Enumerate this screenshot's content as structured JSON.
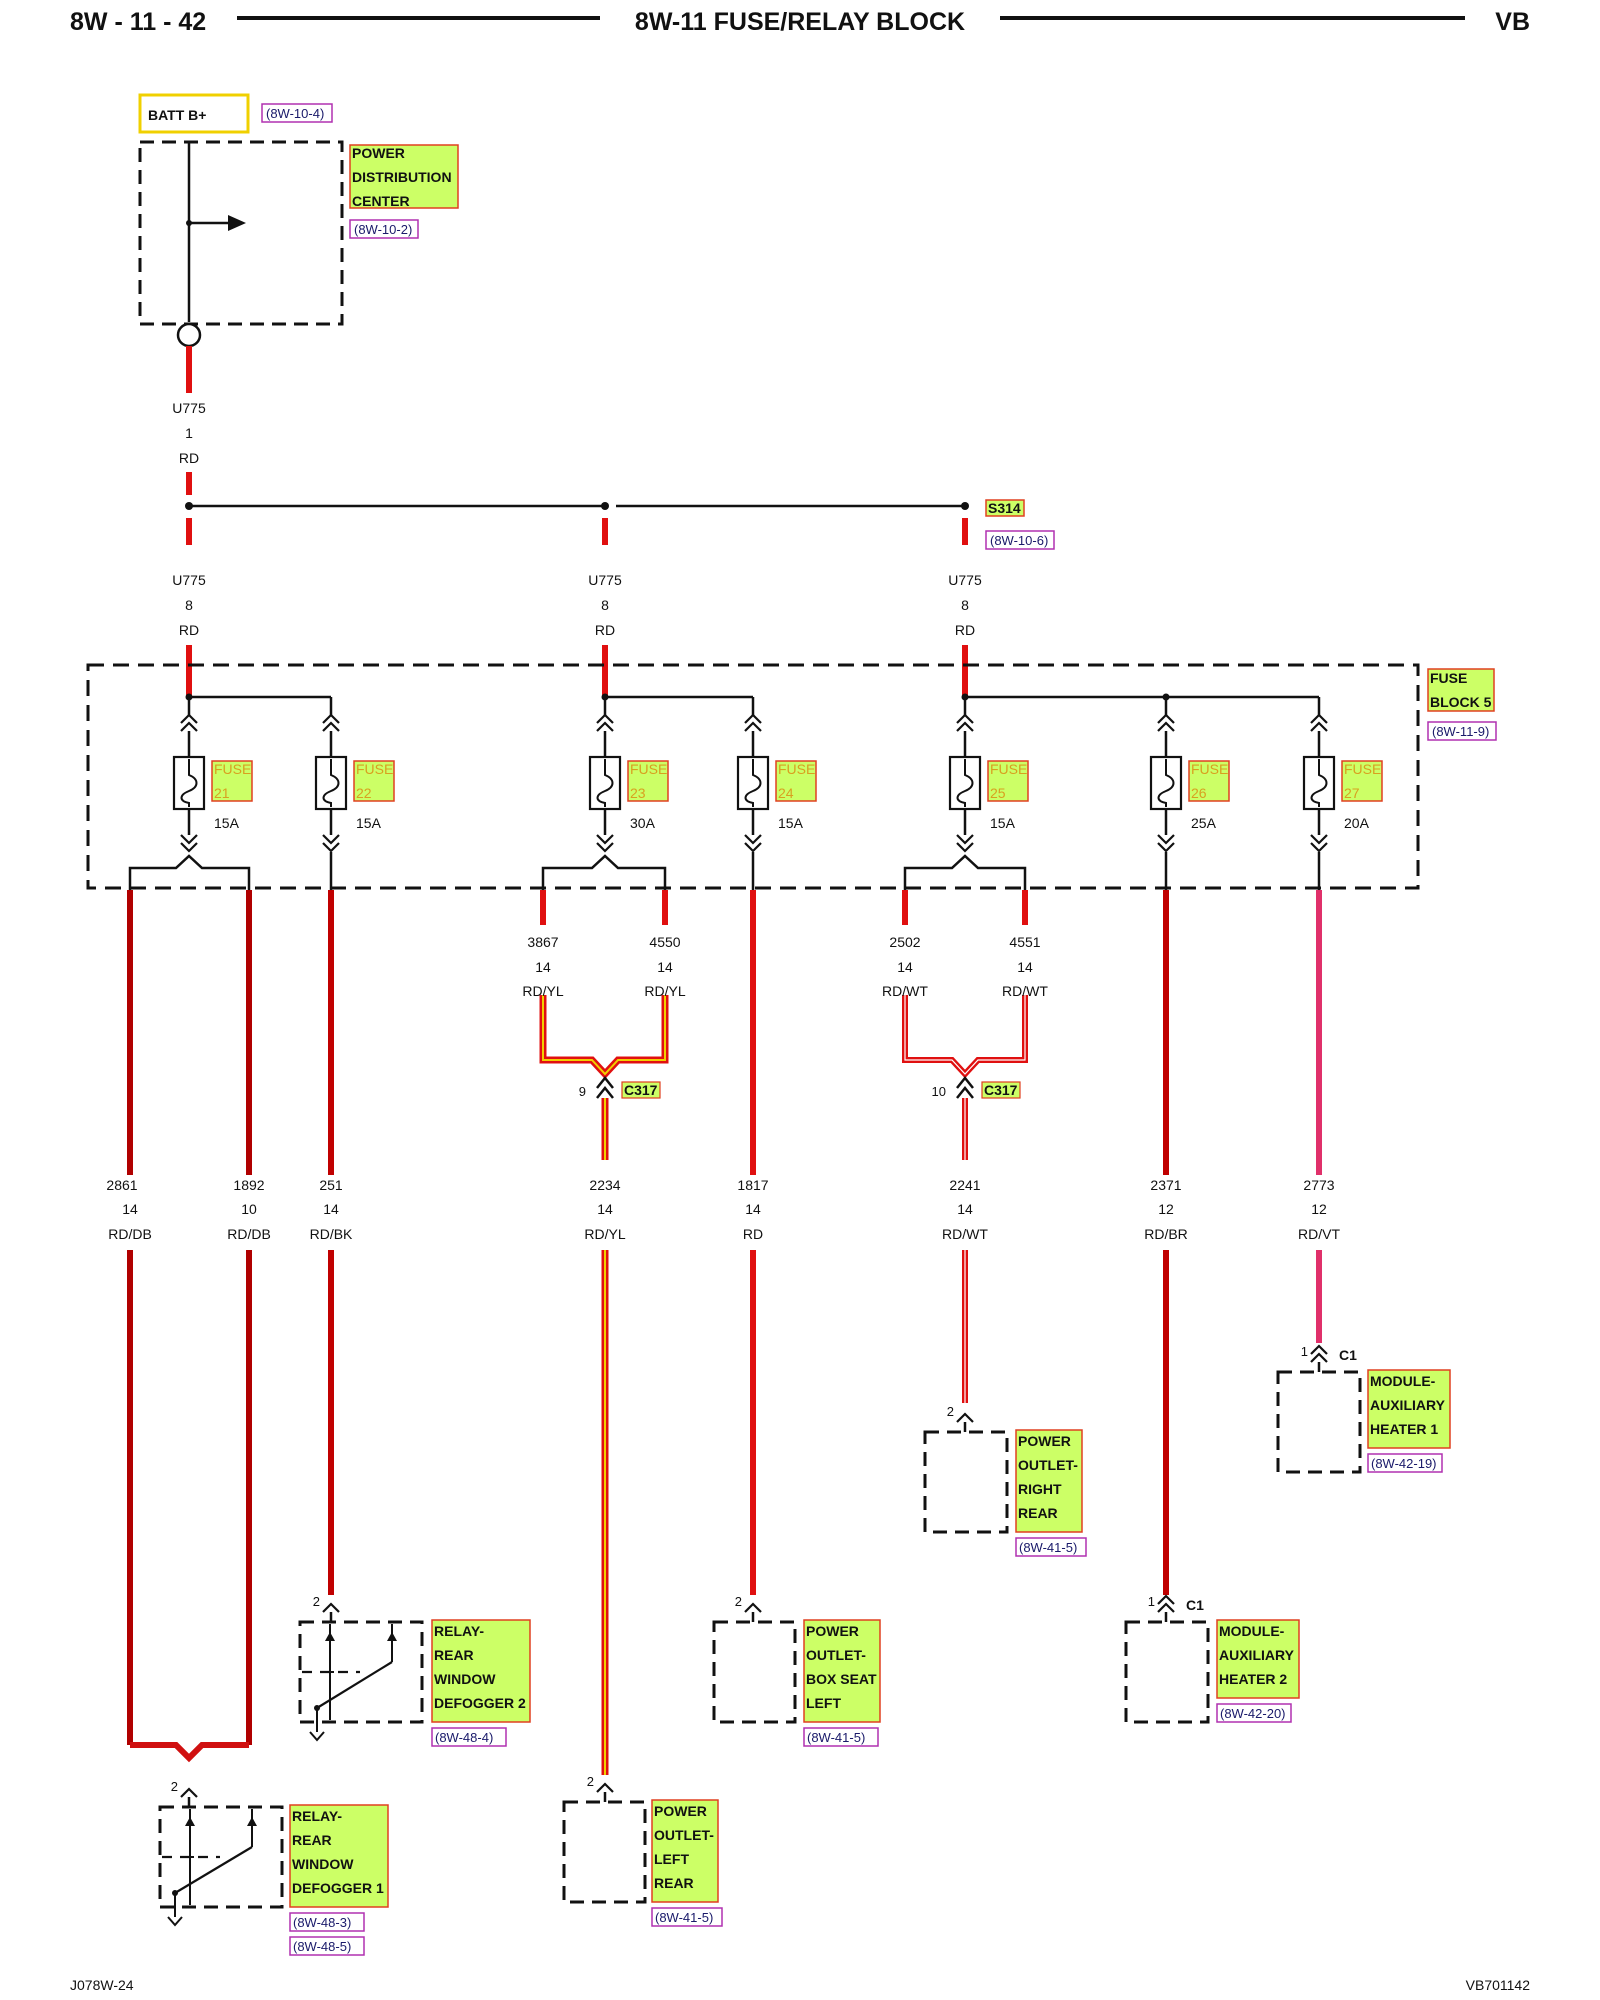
{
  "header": {
    "left": "8W - 11 - 42",
    "title": "8W-11 FUSE/RELAY BLOCK",
    "right": "VB"
  },
  "footer": {
    "left": "J078W-24",
    "right": "VB701142"
  },
  "source": {
    "batt_label": "BATT B+",
    "batt_ref": "(8W-10-4)",
    "pdc_lines": [
      "POWER",
      "DISTRIBUTION",
      "CENTER"
    ],
    "pdc_ref": "(8W-10-2)",
    "wire": [
      "U775",
      "1",
      "RD"
    ]
  },
  "splice": {
    "name": "S314",
    "ref": "(8W-10-6)"
  },
  "feeds": [
    [
      "U775",
      "8",
      "RD"
    ],
    [
      "U775",
      "8",
      "RD"
    ],
    [
      "U775",
      "8",
      "RD"
    ]
  ],
  "fuse_block": {
    "lines": [
      "FUSE",
      "BLOCK 5"
    ],
    "ref": "(8W-11-9)"
  },
  "fuses": [
    {
      "name": [
        "FUSE",
        "21"
      ],
      "amp": "15A"
    },
    {
      "name": [
        "FUSE",
        "22"
      ],
      "amp": "15A"
    },
    {
      "name": [
        "FUSE",
        "23"
      ],
      "amp": "30A"
    },
    {
      "name": [
        "FUSE",
        "24"
      ],
      "amp": "15A"
    },
    {
      "name": [
        "FUSE",
        "25"
      ],
      "amp": "15A"
    },
    {
      "name": [
        "FUSE",
        "26"
      ],
      "amp": "25A"
    },
    {
      "name": [
        "FUSE",
        "27"
      ],
      "amp": "20A"
    }
  ],
  "branch_wires": [
    [
      "3867",
      "14",
      "RD/YL"
    ],
    [
      "4550",
      "14",
      "RD/YL"
    ],
    [
      "2502",
      "14",
      "RD/WT"
    ],
    [
      "4551",
      "14",
      "RD/WT"
    ]
  ],
  "c317": [
    {
      "pin": "9",
      "name": "C317"
    },
    {
      "pin": "10",
      "name": "C317"
    }
  ],
  "output_wires": [
    [
      "2861",
      "14",
      "RD/DB"
    ],
    [
      "1892",
      "10",
      "RD/DB"
    ],
    [
      "251",
      "14",
      "RD/BK"
    ],
    [
      "2234",
      "14",
      "RD/YL"
    ],
    [
      "1817",
      "14",
      "RD"
    ],
    [
      "2241",
      "14",
      "RD/WT"
    ],
    [
      "2371",
      "12",
      "RD/BR"
    ],
    [
      "2773",
      "12",
      "RD/VT"
    ]
  ],
  "components": [
    {
      "lines": [
        "RELAY-",
        "REAR",
        "WINDOW",
        "DEFOGGER 1"
      ],
      "refs": [
        "(8W-48-3)",
        "(8W-48-5)"
      ],
      "pin": "2",
      "conn": ""
    },
    {
      "lines": [
        "RELAY-",
        "REAR",
        "WINDOW",
        "DEFOGGER 2"
      ],
      "refs": [
        "(8W-48-4)"
      ],
      "pin": "2",
      "conn": ""
    },
    {
      "lines": [
        "POWER",
        "OUTLET-",
        "LEFT",
        "REAR"
      ],
      "refs": [
        "(8W-41-5)"
      ],
      "pin": "2",
      "conn": ""
    },
    {
      "lines": [
        "POWER",
        "OUTLET-",
        "BOX SEAT",
        "LEFT"
      ],
      "refs": [
        "(8W-41-5)"
      ],
      "pin": "2",
      "conn": ""
    },
    {
      "lines": [
        "POWER",
        "OUTLET-",
        "RIGHT",
        "REAR"
      ],
      "refs": [
        "(8W-41-5)"
      ],
      "pin": "2",
      "conn": ""
    },
    {
      "lines": [
        "MODULE-",
        "AUXILIARY",
        "HEATER 2"
      ],
      "refs": [
        "(8W-42-20)"
      ],
      "pin": "1",
      "conn": "C1"
    },
    {
      "lines": [
        "MODULE-",
        "AUXILIARY",
        "HEATER 1"
      ],
      "refs": [
        "(8W-42-19)"
      ],
      "pin": "1",
      "conn": "C1"
    }
  ],
  "colors": {
    "red": "#e01010",
    "dark_red": "#b00000",
    "yellow": "#f0d000",
    "magenta": "#e0306a",
    "label_bg": "#ccff66",
    "label_border": "#e04020",
    "ref_border": "#b030b0"
  }
}
